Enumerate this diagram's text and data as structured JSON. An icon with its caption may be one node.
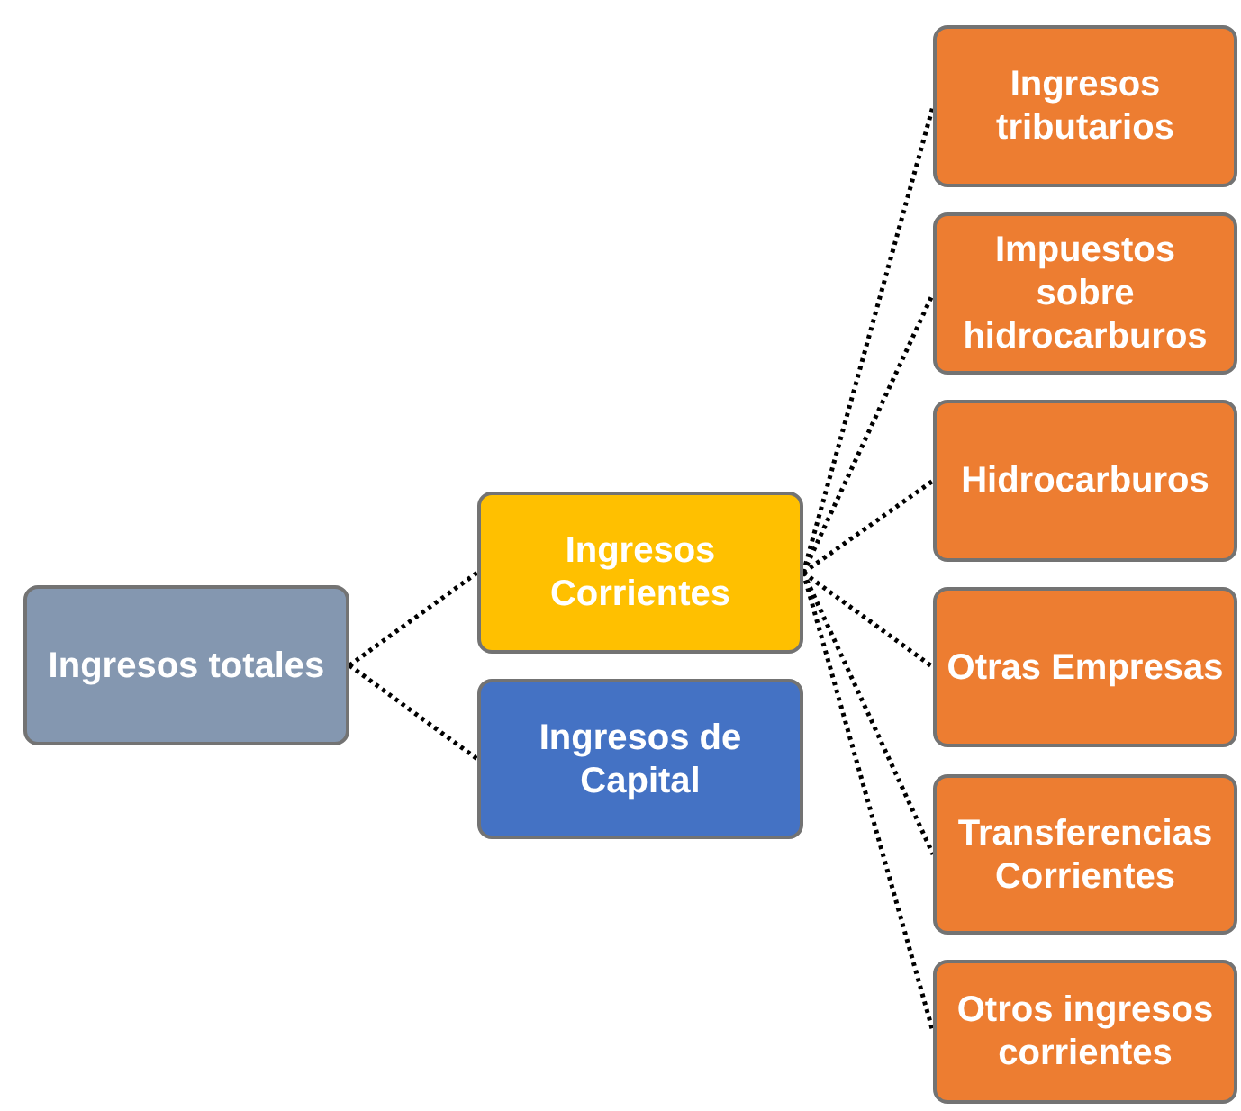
{
  "diagram": {
    "nodes": [
      {
        "text": [
          "Ingresos totales"
        ]
      },
      {
        "text": [
          "Ingresos Corrientes"
        ]
      },
      {
        "text": [
          "Ingresos de Capital"
        ]
      },
      {
        "text": [
          "Ingresos tributarios"
        ]
      },
      {
        "text": [
          "Impuestos sobre hidrocarburos"
        ]
      },
      {
        "text": [
          "Hidrocarburos"
        ]
      },
      {
        "text": [
          "Otras Empresas"
        ]
      },
      {
        "text": [
          "Transferencias Corrientes"
        ]
      },
      {
        "text": [
          "Otros ingresos corrientes"
        ]
      }
    ],
    "edges": [
      {
        "from": 0,
        "to": 1,
        "arrow": "none"
      },
      {
        "from": 0,
        "to": 2,
        "arrow": "none"
      },
      {
        "from": 1,
        "to": 3,
        "arrow": "none"
      },
      {
        "from": 1,
        "to": 4,
        "arrow": "none"
      },
      {
        "from": 1,
        "to": 5,
        "arrow": "none"
      },
      {
        "from": 1,
        "to": 6,
        "arrow": "none"
      },
      {
        "from": 1,
        "to": 7,
        "arrow": "none"
      },
      {
        "from": 1,
        "to": 8,
        "arrow": "none"
      }
    ]
  }
}
